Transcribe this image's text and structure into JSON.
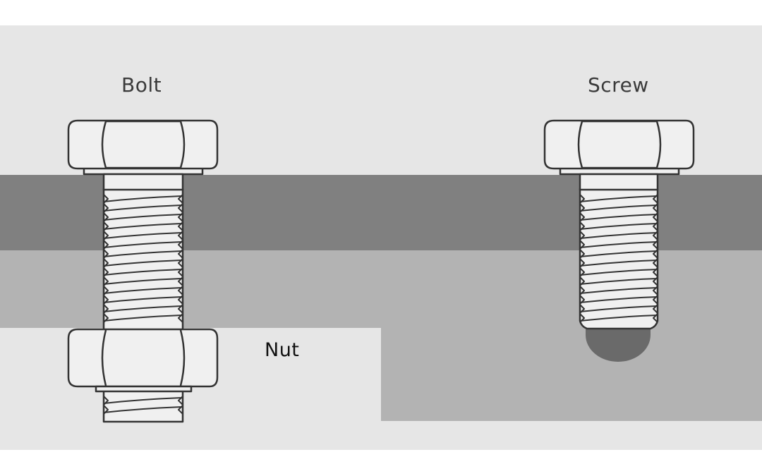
{
  "labels": {
    "bolt": "Bolt",
    "screw": "Screw",
    "nut": "Nut"
  },
  "icons": [
    "hex-bolt-icon",
    "hex-nut-icon",
    "hex-screw-icon"
  ],
  "colors": {
    "background": "#e6e6e6",
    "top_plate": "#808080",
    "bottom_plate": "#b3b3b3",
    "fastener_fill": "#f0f0f0",
    "outline": "#333333",
    "drill_tip": "#6a6a6a"
  }
}
